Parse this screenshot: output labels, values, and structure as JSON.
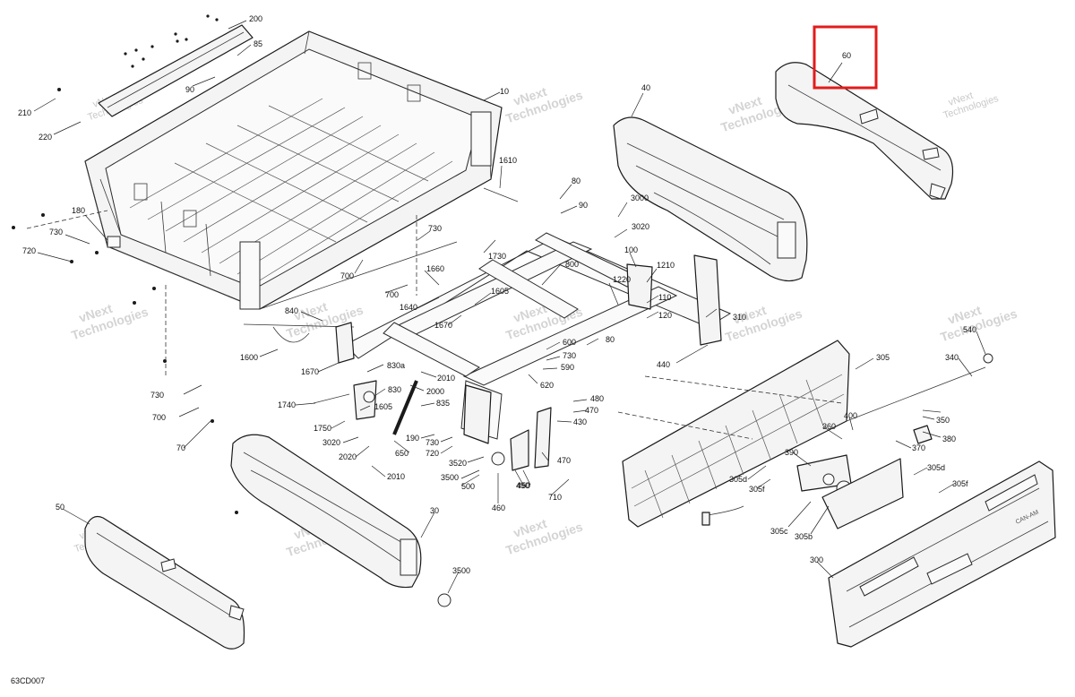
{
  "diagram": {
    "reference_code": "63CD007",
    "highlighted_callout": "60",
    "highlight_color": "#e31b1b",
    "watermark": {
      "line1": "vNext",
      "line2": "Technologies"
    },
    "callouts": [
      {
        "id": "200",
        "text": "200"
      },
      {
        "id": "85",
        "text": "85"
      },
      {
        "id": "90a",
        "text": "90"
      },
      {
        "id": "210",
        "text": "210"
      },
      {
        "id": "220",
        "text": "220"
      },
      {
        "id": "10",
        "text": "10"
      },
      {
        "id": "40",
        "text": "40"
      },
      {
        "id": "60",
        "text": "60"
      },
      {
        "id": "1610",
        "text": "1610"
      },
      {
        "id": "180",
        "text": "180"
      },
      {
        "id": "730a",
        "text": "730"
      },
      {
        "id": "720a",
        "text": "720"
      },
      {
        "id": "80a",
        "text": "80"
      },
      {
        "id": "90b",
        "text": "90"
      },
      {
        "id": "3000",
        "text": "3000"
      },
      {
        "id": "3020",
        "text": "3020"
      },
      {
        "id": "730b",
        "text": "730"
      },
      {
        "id": "1730",
        "text": "1730"
      },
      {
        "id": "800",
        "text": "800"
      },
      {
        "id": "1660",
        "text": "1660"
      },
      {
        "id": "700a",
        "text": "700"
      },
      {
        "id": "700b",
        "text": "700"
      },
      {
        "id": "100",
        "text": "100"
      },
      {
        "id": "1210",
        "text": "1210"
      },
      {
        "id": "1220",
        "text": "1220"
      },
      {
        "id": "110",
        "text": "110"
      },
      {
        "id": "120",
        "text": "120"
      },
      {
        "id": "1605a",
        "text": "1605"
      },
      {
        "id": "1640",
        "text": "1640"
      },
      {
        "id": "840",
        "text": "840"
      },
      {
        "id": "1670a",
        "text": "1670"
      },
      {
        "id": "80b",
        "text": "80"
      },
      {
        "id": "310",
        "text": "310"
      },
      {
        "id": "1600",
        "text": "1600"
      },
      {
        "id": "600",
        "text": "600"
      },
      {
        "id": "730c",
        "text": "730"
      },
      {
        "id": "590",
        "text": "590"
      },
      {
        "id": "440",
        "text": "440"
      },
      {
        "id": "1670b",
        "text": "1670"
      },
      {
        "id": "830a",
        "text": "830a"
      },
      {
        "id": "2010a",
        "text": "2010"
      },
      {
        "id": "620",
        "text": "620"
      },
      {
        "id": "305",
        "text": "305"
      },
      {
        "id": "540",
        "text": "540"
      },
      {
        "id": "340",
        "text": "340"
      },
      {
        "id": "730d",
        "text": "730"
      },
      {
        "id": "830",
        "text": "830"
      },
      {
        "id": "2000",
        "text": "2000"
      },
      {
        "id": "1740",
        "text": "1740"
      },
      {
        "id": "1605b",
        "text": "1605"
      },
      {
        "id": "835",
        "text": "835"
      },
      {
        "id": "480",
        "text": "480"
      },
      {
        "id": "470",
        "text": "470"
      },
      {
        "id": "430",
        "text": "430"
      },
      {
        "id": "700c",
        "text": "700"
      },
      {
        "id": "1750",
        "text": "1750"
      },
      {
        "id": "190",
        "text": "190"
      },
      {
        "id": "730e",
        "text": "730"
      },
      {
        "id": "3020b",
        "text": "3020"
      },
      {
        "id": "720b",
        "text": "720"
      },
      {
        "id": "650",
        "text": "650"
      },
      {
        "id": "2020",
        "text": "2020"
      },
      {
        "id": "3520",
        "text": "3520"
      },
      {
        "id": "470b",
        "text": "470"
      },
      {
        "id": "490",
        "text": "490"
      },
      {
        "id": "3500a",
        "text": "3500"
      },
      {
        "id": "500",
        "text": "500"
      },
      {
        "id": "450",
        "text": "450"
      },
      {
        "id": "2010b",
        "text": "2010"
      },
      {
        "id": "70",
        "text": "70"
      },
      {
        "id": "710",
        "text": "710"
      },
      {
        "id": "460",
        "text": "460"
      },
      {
        "id": "400",
        "text": "400"
      },
      {
        "id": "350",
        "text": "350"
      },
      {
        "id": "360",
        "text": "360"
      },
      {
        "id": "380",
        "text": "380"
      },
      {
        "id": "370",
        "text": "370"
      },
      {
        "id": "390",
        "text": "390"
      },
      {
        "id": "305d1",
        "text": "305d"
      },
      {
        "id": "305f1",
        "text": "305f"
      },
      {
        "id": "305d2",
        "text": "305d"
      },
      {
        "id": "305f2",
        "text": "305f"
      },
      {
        "id": "305c",
        "text": "305c"
      },
      {
        "id": "305b",
        "text": "305b"
      },
      {
        "id": "50",
        "text": "50"
      },
      {
        "id": "30",
        "text": "30"
      },
      {
        "id": "3500b",
        "text": "3500"
      },
      {
        "id": "300",
        "text": "300"
      }
    ]
  }
}
